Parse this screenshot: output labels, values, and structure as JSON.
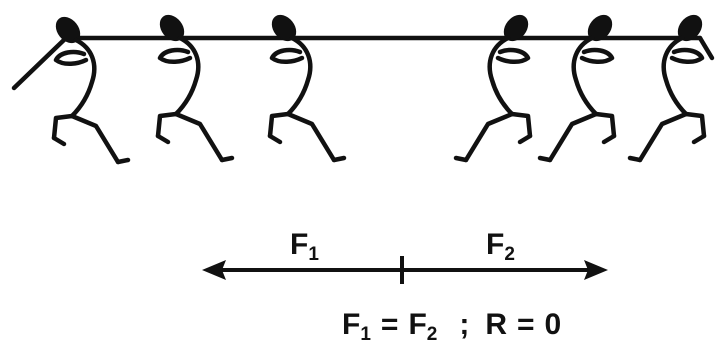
{
  "forces": {
    "left_symbol": "F",
    "left_subscript": "1",
    "right_symbol": "F",
    "right_subscript": "2"
  },
  "equation": {
    "lhs_symbol": "F",
    "lhs_subscript": "1",
    "equals": "=",
    "rhs_symbol": "F",
    "rhs_subscript": "2",
    "separator": ";",
    "result_symbol": "R",
    "result_equals": "=",
    "result_value": "0"
  },
  "tug_of_war": {
    "left_team_count": 3,
    "right_team_count": 3
  },
  "colors": {
    "ink": "#111111",
    "background": "#ffffff"
  }
}
